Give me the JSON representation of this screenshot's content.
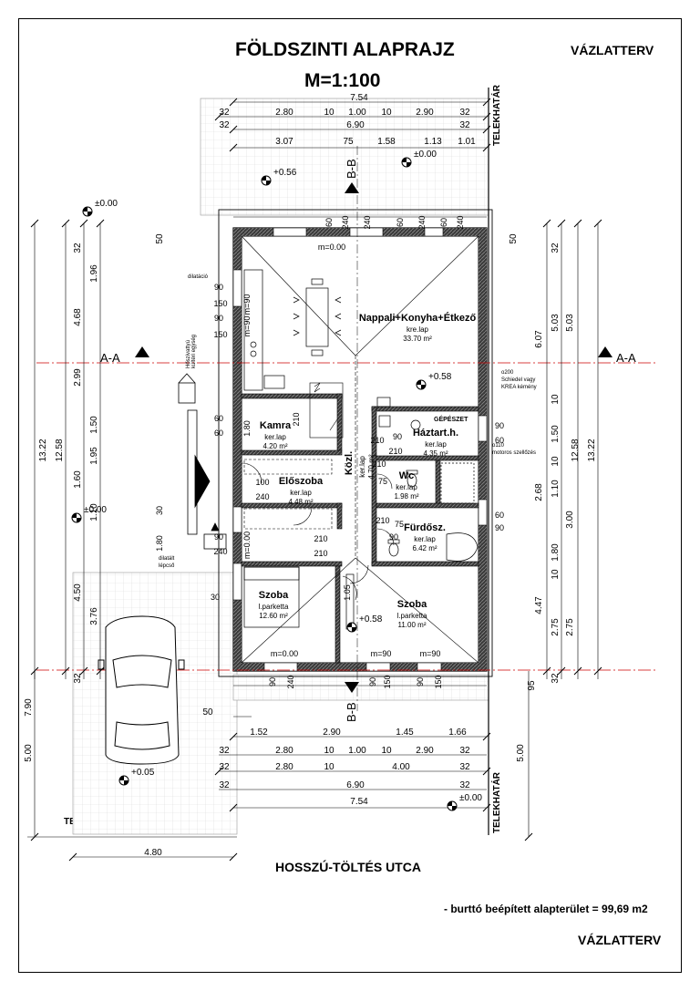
{
  "header": {
    "title": "FÖLDSZINTI ALAPRAJZ",
    "scale": "M=1:100",
    "stamp_top": "VÁZLATTERV",
    "stamp_bottom": "VÁZLATTERV"
  },
  "street": "HOSSZÚ-TÖLTÉS UTCA",
  "note": "- burttó beépített alapterület = 99,69 m2",
  "plot_boundary_label": "TELEKHATÁR",
  "sections": {
    "aa": "A-A",
    "bb": "B-B"
  },
  "rooms": [
    {
      "name": "Nappali+Konyha+Étkező",
      "floor": "kre.lap",
      "area": "33.70 m²"
    },
    {
      "name": "Kamra",
      "floor": "ker.lap",
      "area": "4.20 m²"
    },
    {
      "name": "Háztart.h.",
      "floor": "ker.lap",
      "area": "4.35 m²"
    },
    {
      "name": "Előszoba",
      "floor": "ker.lap",
      "area": "4.48 m²"
    },
    {
      "name": "Közl.",
      "floor": "ker.lap",
      "area": "4.70 m²"
    },
    {
      "name": "Wc",
      "floor": "ker.lap",
      "area": "1.98 m²"
    },
    {
      "name": "Fürdősz.",
      "floor": "ker.lap",
      "area": "6.42 m²"
    },
    {
      "name": "Szoba",
      "floor": "l.parketta",
      "area": "12.60 m²"
    },
    {
      "name": "Szoba",
      "floor": "l.parketta",
      "area": "11.00 m²"
    }
  ],
  "labels": {
    "gepeszet": "GÉPÉSZET",
    "dilatacio": "dilatáció",
    "kulteri1": "Hőszivattyú",
    "kulteri2": "kültéri egység",
    "chimney1": "o200",
    "chimney2": "Schiedel vagy",
    "chimney3": "KREA kémény",
    "vent1": "o110",
    "vent2": "motoros szellőzés",
    "step1": "dilatált",
    "step2": "lépcső"
  },
  "levels": {
    "top_left": "±0.00",
    "terrace_a": "+0.56",
    "terrace_b": "±0.00",
    "living": "+0.58",
    "room": "+0.58",
    "car": "+0.05",
    "bottom": "±0.00",
    "left_mid": "±0.00"
  },
  "dims": {
    "top": {
      "total": "7.54",
      "inner": "6.90",
      "row1": [
        "32",
        "2.80",
        "10",
        "1.00",
        "10",
        "2.90",
        "32"
      ],
      "row3": [
        "3.07",
        "75",
        "1.58",
        "1.13",
        "1.01"
      ],
      "wall": [
        "32",
        "32"
      ]
    },
    "bottom": {
      "row1": [
        "1.52",
        "2.90",
        "1.45",
        "1.66"
      ],
      "row2": [
        "32",
        "2.80",
        "10",
        "1.00",
        "10",
        "2.90",
        "32"
      ],
      "row3": [
        "32",
        "2.80",
        "10",
        "4.00",
        "32"
      ],
      "inner": "6.90",
      "total": "7.54",
      "car": "4.80",
      "small": [
        "32",
        "32",
        "32"
      ]
    },
    "left": {
      "outer1": "13.22",
      "outer2": "12.58",
      "chain": [
        "32",
        "1.96",
        "4.68",
        "2.99",
        "1.50",
        "1.95",
        "1.60",
        "1.10",
        "4.50",
        "3.76",
        "32"
      ],
      "fifty": "50",
      "site": [
        "7.90",
        "5.00"
      ]
    },
    "right": {
      "outer1": "13.22",
      "outer2": "12.58",
      "chain": [
        "32",
        "6.07",
        "5.03",
        "5.03",
        "10",
        "1.50",
        "10",
        "2.68",
        "1.10",
        "3.00",
        "1.80",
        "10",
        "4.47",
        "2.75",
        "2.75",
        "32",
        "95"
      ],
      "fifty": "50",
      "site": "5.00"
    },
    "openings": {
      "top": [
        "60",
        "240",
        "240",
        "60",
        "240",
        "60",
        "240"
      ],
      "bottom": [
        "90",
        "240",
        "90",
        "150",
        "90",
        "150"
      ],
      "misc": [
        "m=0.00",
        "m=0.00",
        "m=90",
        "m=90",
        "m=0.00",
        "m=90",
        "m=90",
        "90",
        "150",
        "90",
        "150",
        "60",
        "60",
        "100",
        "240",
        "90",
        "240",
        "210",
        "210",
        "210",
        "90",
        "210",
        "75",
        "210",
        "75",
        "90",
        "60",
        "60",
        "90",
        "210",
        "210",
        "90",
        "1.05",
        "30",
        "30",
        "1.80",
        "1.80"
      ]
    }
  }
}
